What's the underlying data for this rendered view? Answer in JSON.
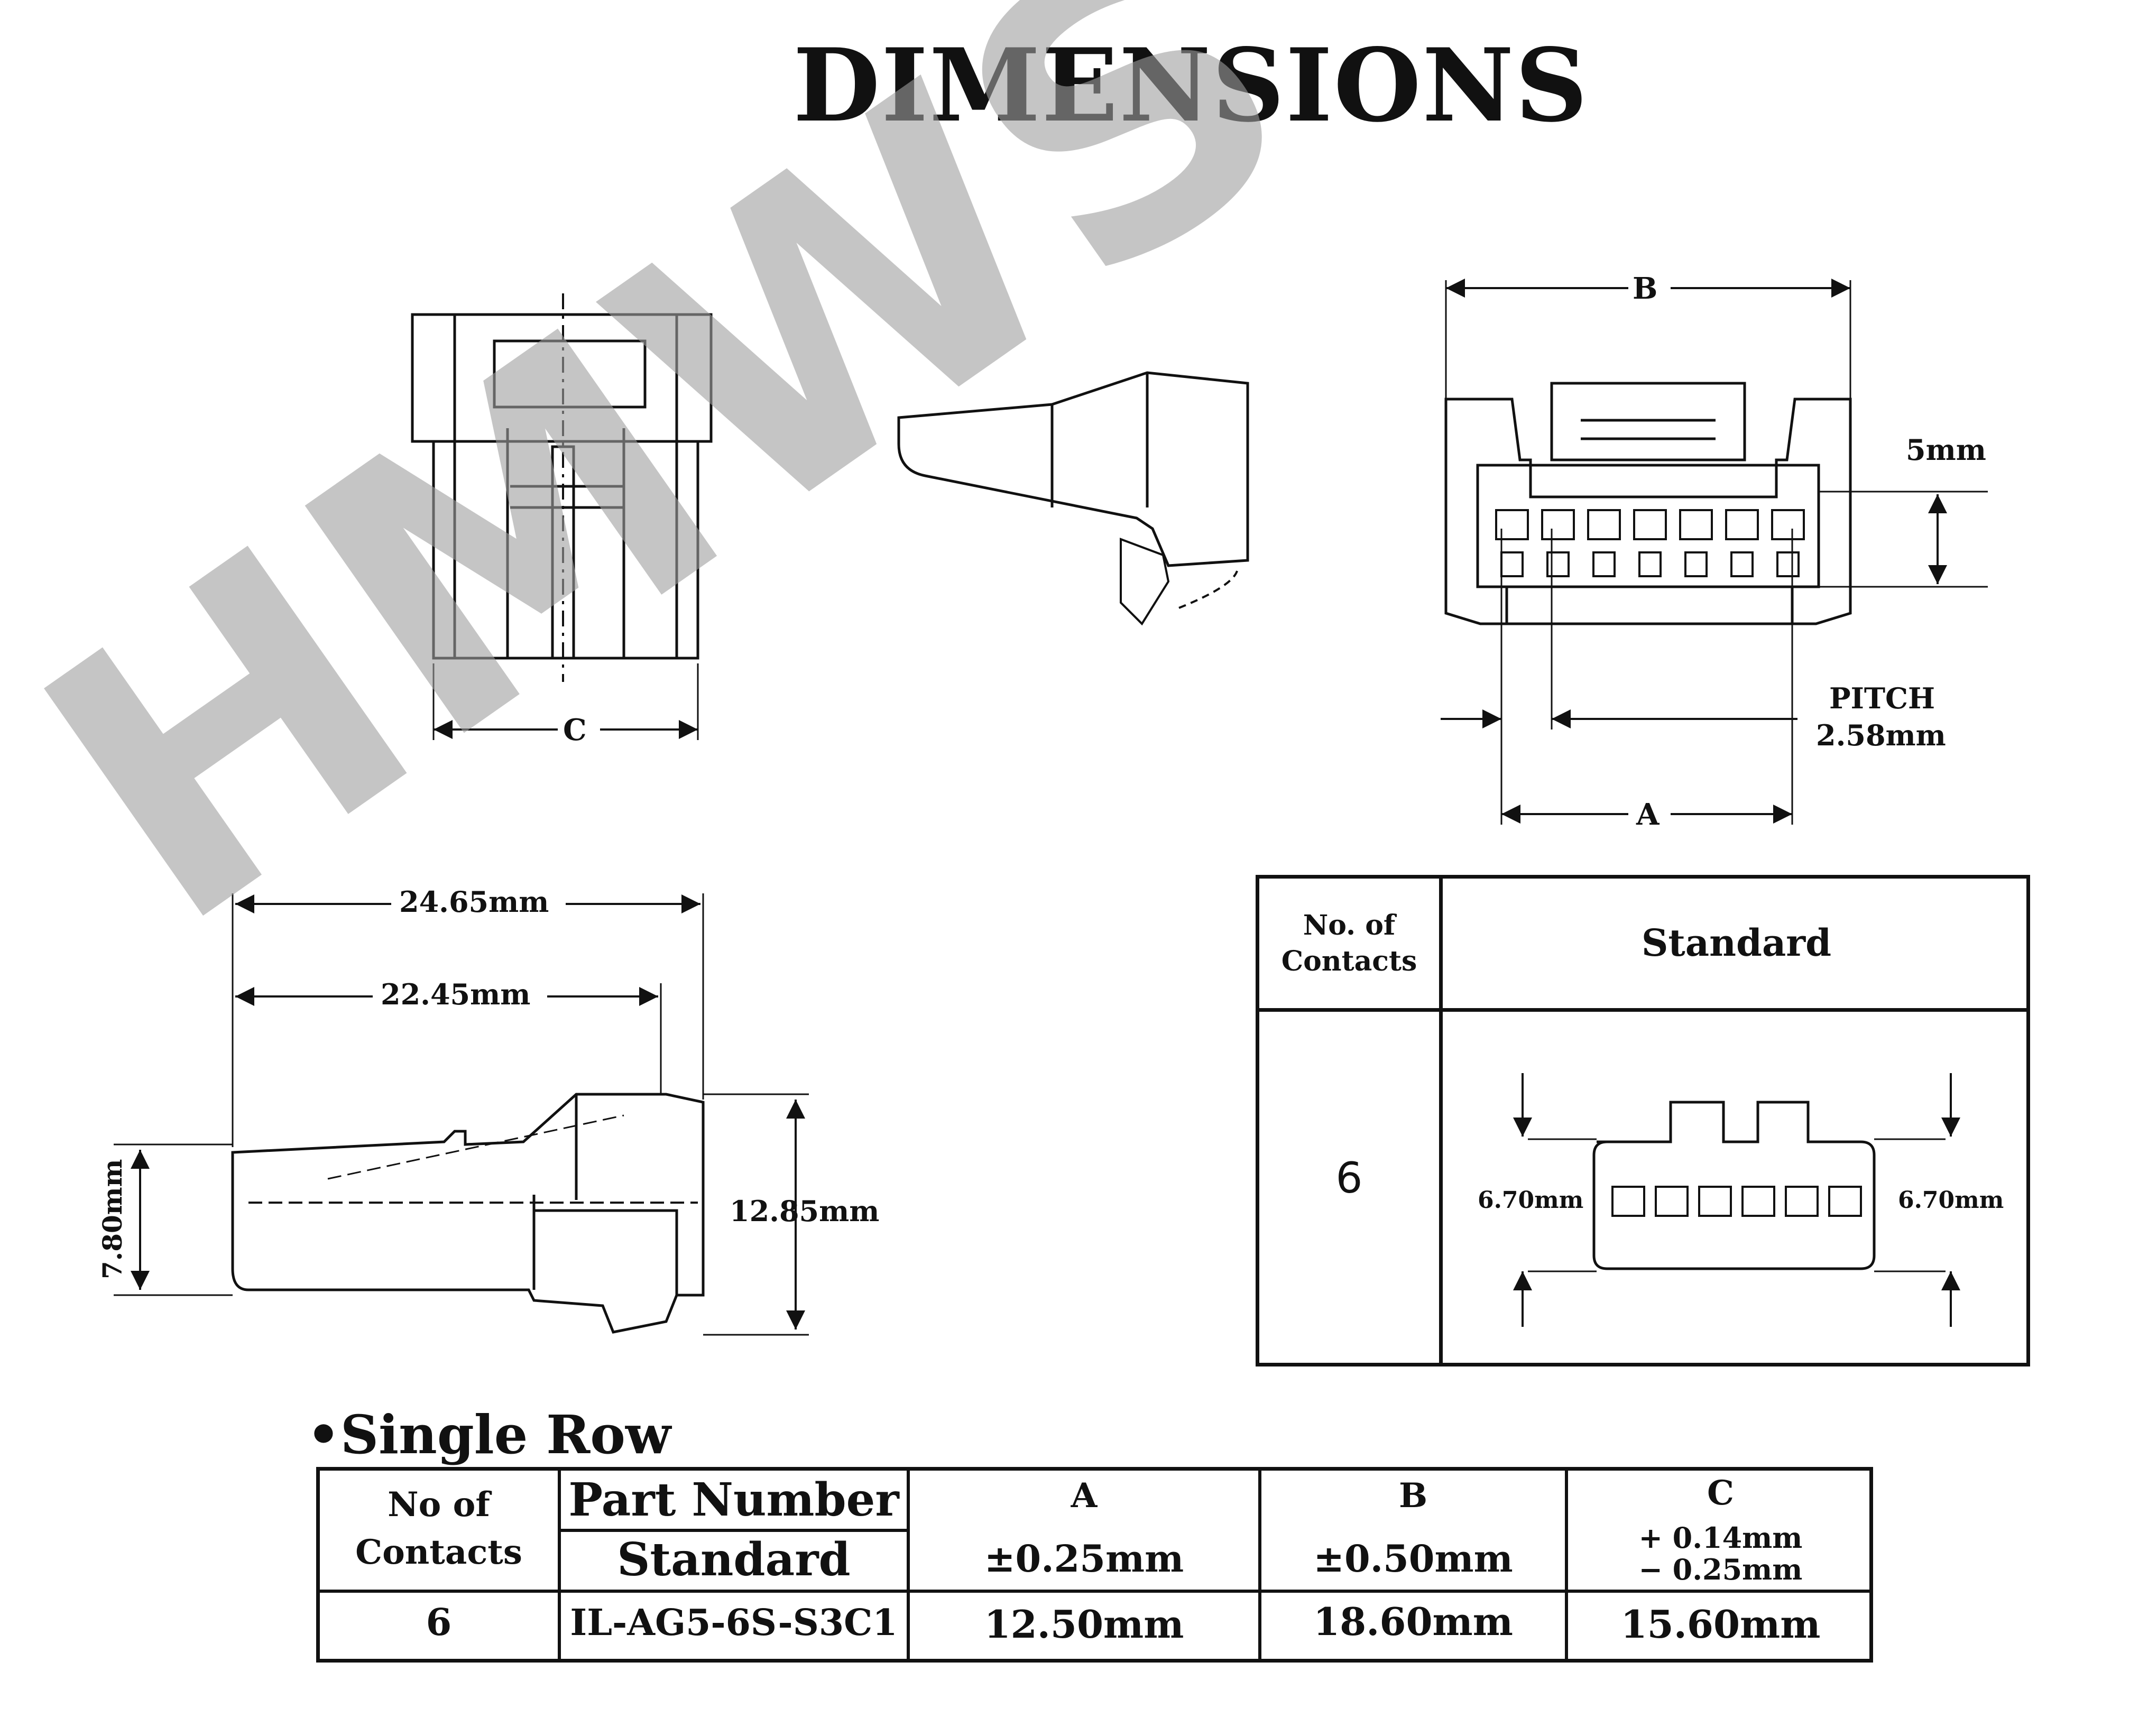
{
  "title": "DIMENSIONS",
  "watermark": "HMWS",
  "drawing_labels": {
    "c": "C",
    "b": "B",
    "a": "A",
    "height_5": "5mm",
    "pitch_label": "PITCH",
    "pitch_value": "2.58mm",
    "len_total": "24.65mm",
    "len_inner": "22.45mm",
    "height_side": "12.85mm",
    "height_tail": "7.80mm"
  },
  "standard_box": {
    "header_contacts": "No. of Contacts",
    "header_contacts_line1": "No. of",
    "header_contacts_line2": "Contacts",
    "header_standard": "Standard",
    "contacts": "6",
    "left_dim": "6.70mm",
    "right_dim": "6.70mm"
  },
  "section_heading": "•Single Row",
  "specs_table": {
    "col_contacts_line1": "No of",
    "col_contacts_line2": "Contacts",
    "col_part_number": "Part Number",
    "col_standard": "Standard",
    "col_a": "A",
    "col_a_tol": "±0.25mm",
    "col_b": "B",
    "col_b_tol": "±0.50mm",
    "col_c": "C",
    "col_c_tol_plus": "+ 0.14mm",
    "col_c_tol_minus": "− 0.25mm",
    "row": {
      "contacts": "6",
      "part_number": "IL-AG5-6S-S3C1",
      "a": "12.50mm",
      "b": "18.60mm",
      "c": "15.60mm"
    }
  }
}
